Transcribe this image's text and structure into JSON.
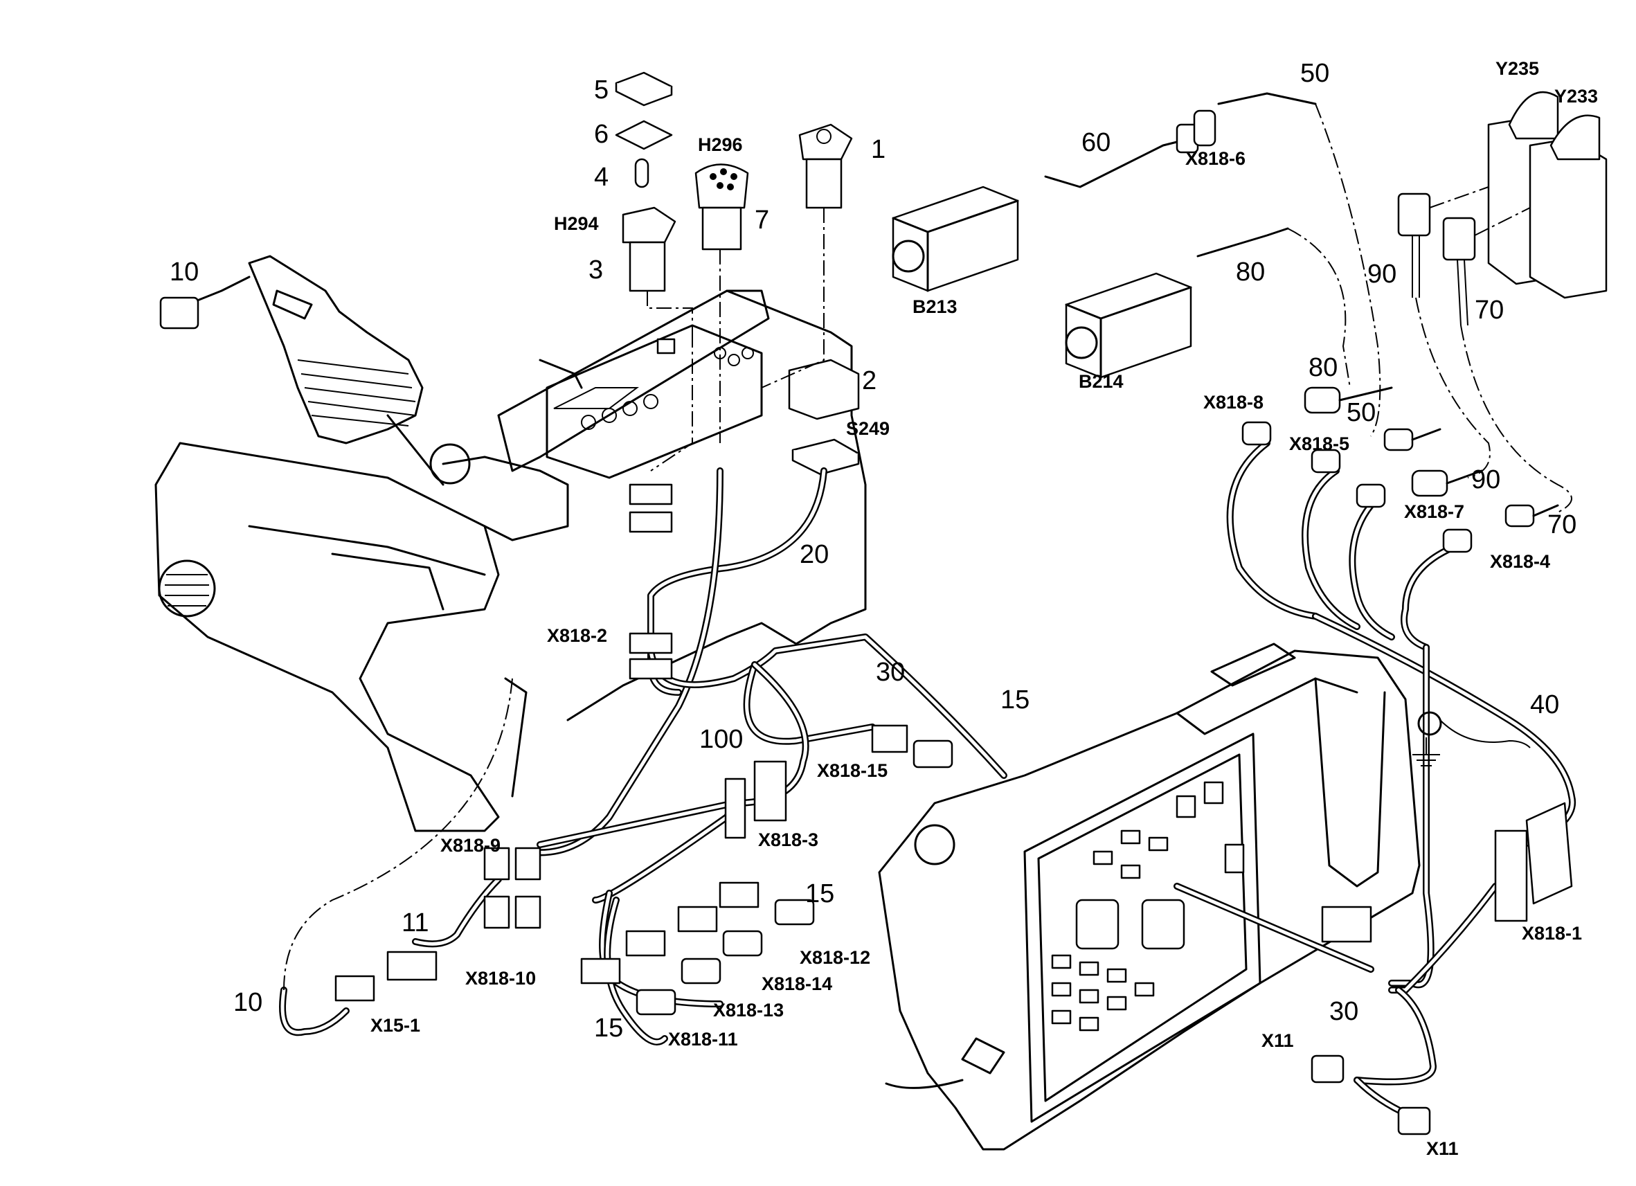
{
  "labels": {
    "n5": "5",
    "n6": "6",
    "n4": "4",
    "n1": "1",
    "n7": "7",
    "n3": "3",
    "n10a": "10",
    "n2": "2",
    "n20": "20",
    "n30a": "30",
    "n15a": "15",
    "n100": "100",
    "n15b": "15",
    "n11": "11",
    "n10b": "10",
    "n15c": "15",
    "n50a": "50",
    "n60": "60",
    "n80a": "80",
    "n90a": "90",
    "n70a": "70",
    "n80b": "80",
    "n50b": "50",
    "n90b": "90",
    "n70b": "70",
    "n40": "40",
    "n30b": "30"
  },
  "refs": {
    "H296": "H296",
    "H294": "H294",
    "S249": "S249",
    "X818_2": "X818-2",
    "X818_15": "X818-15",
    "X818_3": "X818-3",
    "X818_9": "X818-9",
    "X818_10": "X818-10",
    "X15_1": "X15-1",
    "X818_12": "X818-12",
    "X818_14": "X818-14",
    "X818_13": "X818-13",
    "X818_11": "X818-11",
    "Y235": "Y235",
    "Y233": "Y233",
    "X818_6": "X818-6",
    "B213": "B213",
    "B214": "B214",
    "X818_8": "X818-8",
    "X818_5": "X818-5",
    "X818_7": "X818-7",
    "X818_4": "X818-4",
    "X818_1": "X818-1",
    "X11a": "X11",
    "X11b": "X11"
  }
}
